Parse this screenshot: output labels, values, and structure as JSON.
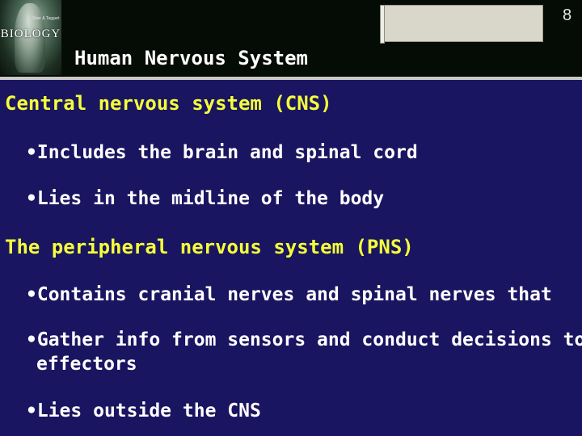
{
  "header": {
    "logo_text": "BIOLOGY",
    "logo_subtext": "Starr & Taggart",
    "slide_title": "Human Nervous System",
    "page_number": "8"
  },
  "sections": [
    {
      "heading": "Central nervous system (CNS)",
      "bullets": [
        "Includes the brain and spinal cord",
        "Lies in the midline of the body"
      ]
    },
    {
      "heading": "The peripheral nervous system (PNS)",
      "bullets": [
        "Contains cranial nerves and spinal nerves that",
        "Gather info from sensors and conduct decisions to",
        "Lies outside the CNS"
      ],
      "continuation": "effectors"
    }
  ],
  "colors": {
    "background": "#1a1560",
    "header_band": "#050c05",
    "heading": "#f5ff3a",
    "body_text": "#ffffff"
  }
}
